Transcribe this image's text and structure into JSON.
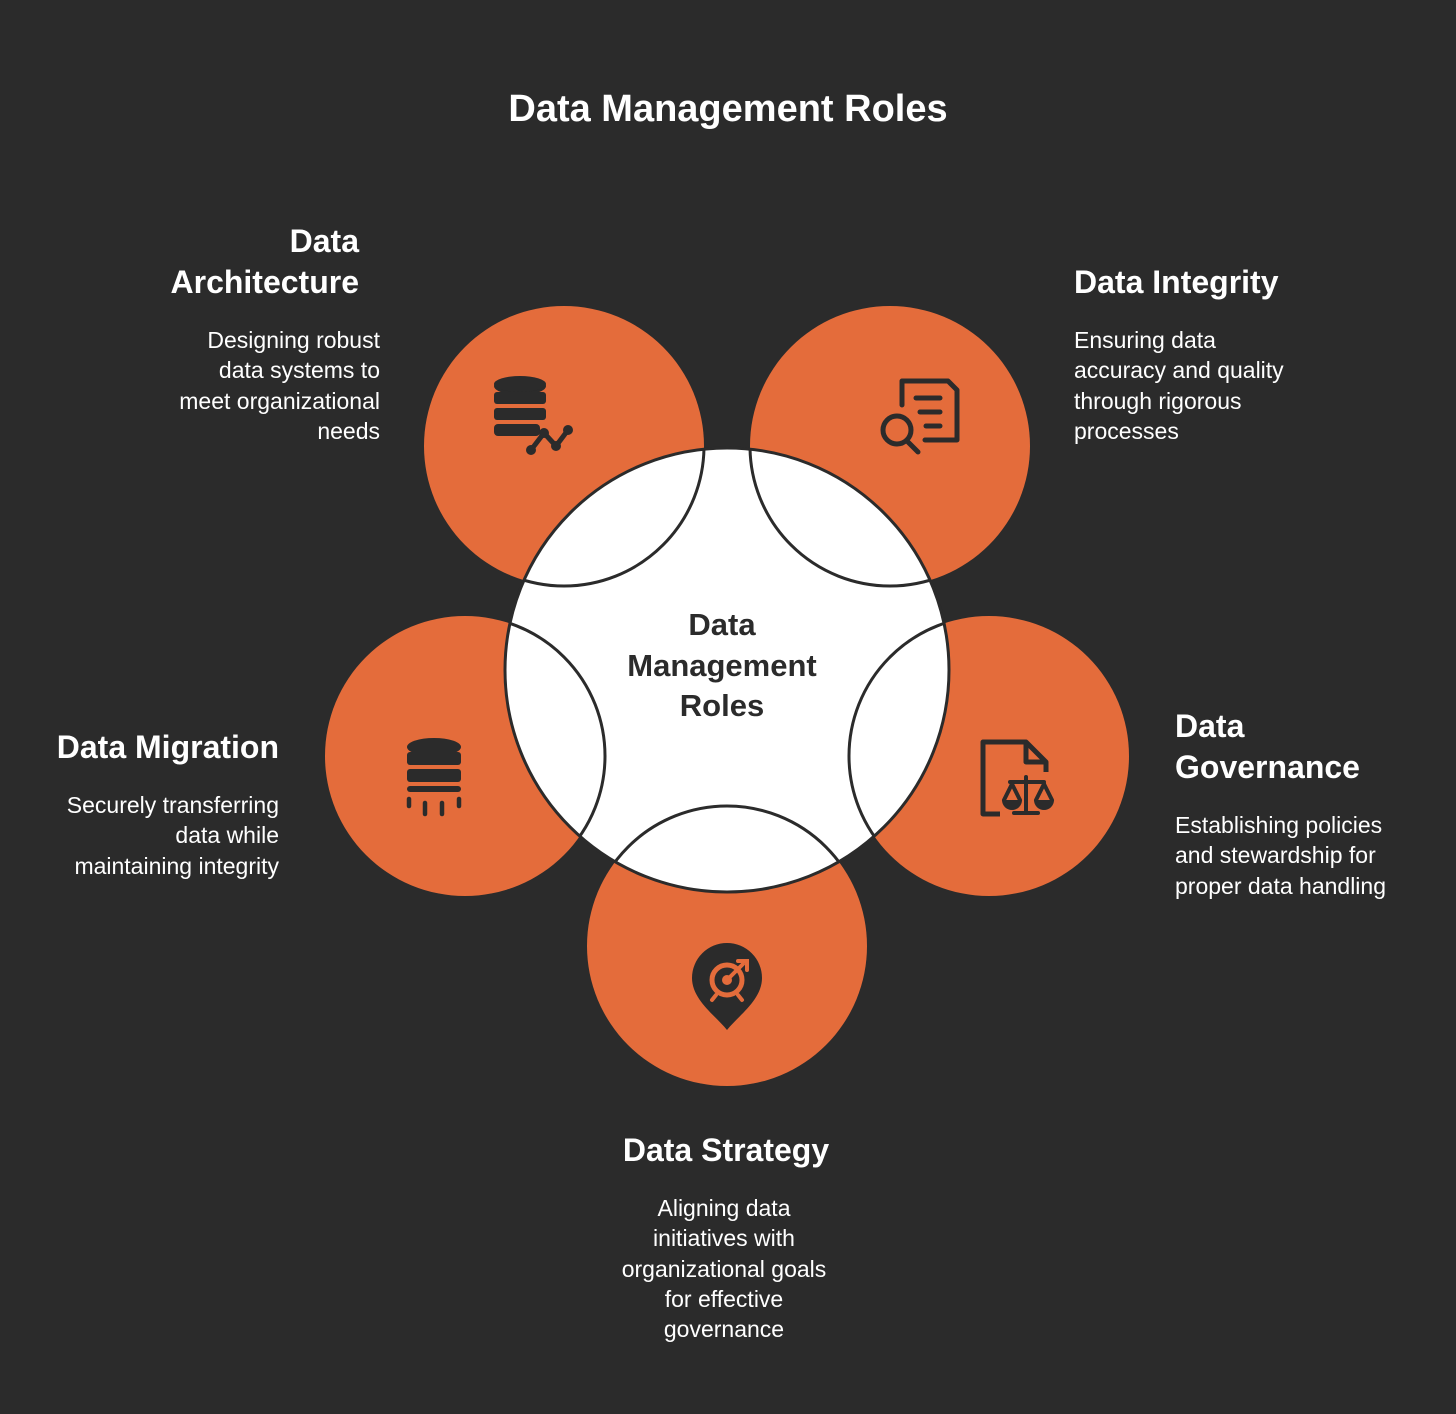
{
  "title": "Data Management Roles",
  "hub": {
    "line1": "Data",
    "line2": "Management",
    "line3": "Roles"
  },
  "colors": {
    "background": "#2b2b2b",
    "petal": "#e46c3b",
    "hub": "#ffffff",
    "icon": "#2b2b2b",
    "outline": "#2b2b2b"
  },
  "roles": {
    "architecture": {
      "title_lines": [
        "Data",
        "Architecture"
      ],
      "desc_lines": [
        "Designing robust",
        "data systems to",
        "meet organizational",
        "needs"
      ],
      "icon": "database-analytics-icon"
    },
    "integrity": {
      "title_lines": [
        "Data Integrity"
      ],
      "desc_lines": [
        "Ensuring data",
        "accuracy and quality",
        "through rigorous",
        "processes"
      ],
      "icon": "document-search-icon"
    },
    "migration": {
      "title_lines": [
        "Data Migration"
      ],
      "desc_lines": [
        "Securely transferring",
        "data while",
        "maintaining integrity"
      ],
      "icon": "database-transfer-icon"
    },
    "governance": {
      "title_lines": [
        "Data",
        "Governance"
      ],
      "desc_lines": [
        "Establishing policies",
        "and stewardship for",
        "proper data handling"
      ],
      "icon": "document-scale-icon"
    },
    "strategy": {
      "title_lines": [
        "Data Strategy"
      ],
      "desc_lines": [
        "Aligning data",
        "initiatives with",
        "organizational goals",
        "for effective",
        "governance"
      ],
      "icon": "target-pin-icon"
    }
  }
}
